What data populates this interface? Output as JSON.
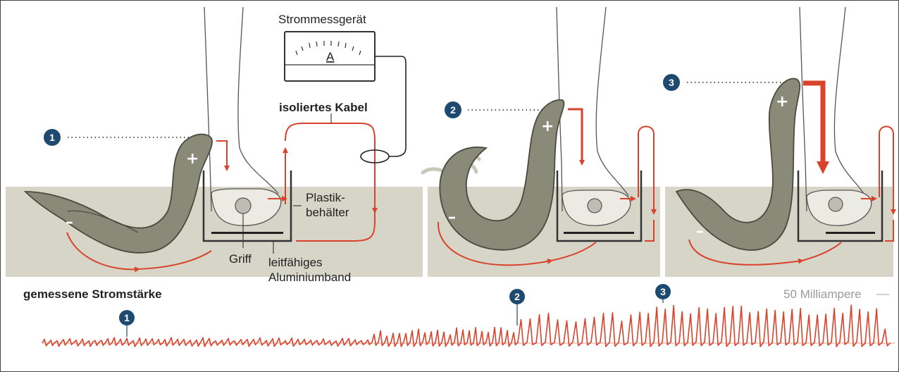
{
  "colors": {
    "water": "#d6d5c8",
    "eel": "#8a8a78",
    "eel_dark": "#4a4a3e",
    "current": "#d9422b",
    "badge": "#1d4a6e",
    "outline": "#555555"
  },
  "labels": {
    "meter": "Strommessgerät",
    "meter_unit": "A",
    "cable": "isoliertes Kabel",
    "container_line1": "Plastik-",
    "container_line2": "behälter",
    "handle": "Griff",
    "band_line1": "leitfähiges",
    "band_line2": "Aluminiumband",
    "plus": "+",
    "minus": "–"
  },
  "badges": [
    "1",
    "2",
    "3"
  ],
  "chart": {
    "title": "gemessene Stromstärke",
    "reference_label": "50 Milliampere"
  }
}
